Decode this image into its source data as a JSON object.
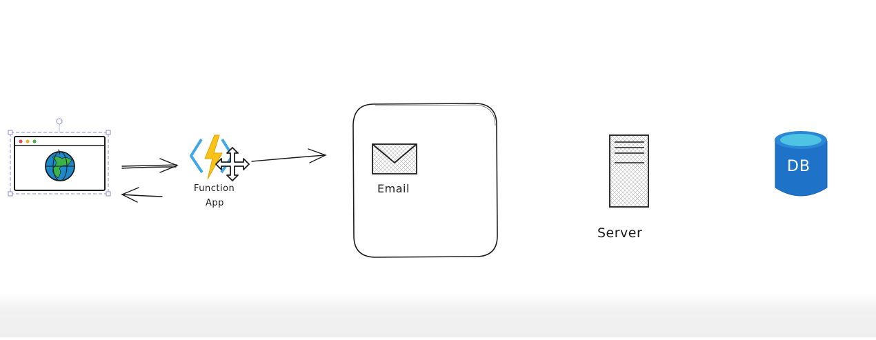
{
  "nodes": {
    "function_app": {
      "line1": "Function",
      "line2": "App"
    },
    "email": {
      "label": "Email"
    },
    "server": {
      "label": "Server"
    },
    "database": {
      "label": "DB"
    }
  },
  "icons": {
    "web_browser": "browser-globe-icon",
    "function_app": "azure-function-icon",
    "move_cursor": "move-cursor-icon",
    "email": "envelope-icon",
    "server": "server-tower-icon",
    "database": "database-cylinder-icon"
  },
  "colors": {
    "ink": "#1b1b1b",
    "selection": "#8a8ad6",
    "globe_blue": "#1e88c8",
    "globe_green": "#3bb34a",
    "function_yellow": "#f7c31b",
    "function_blue": "#3ea8e6",
    "db_blue": "#1e73c9",
    "db_top": "#4fc3e3"
  }
}
